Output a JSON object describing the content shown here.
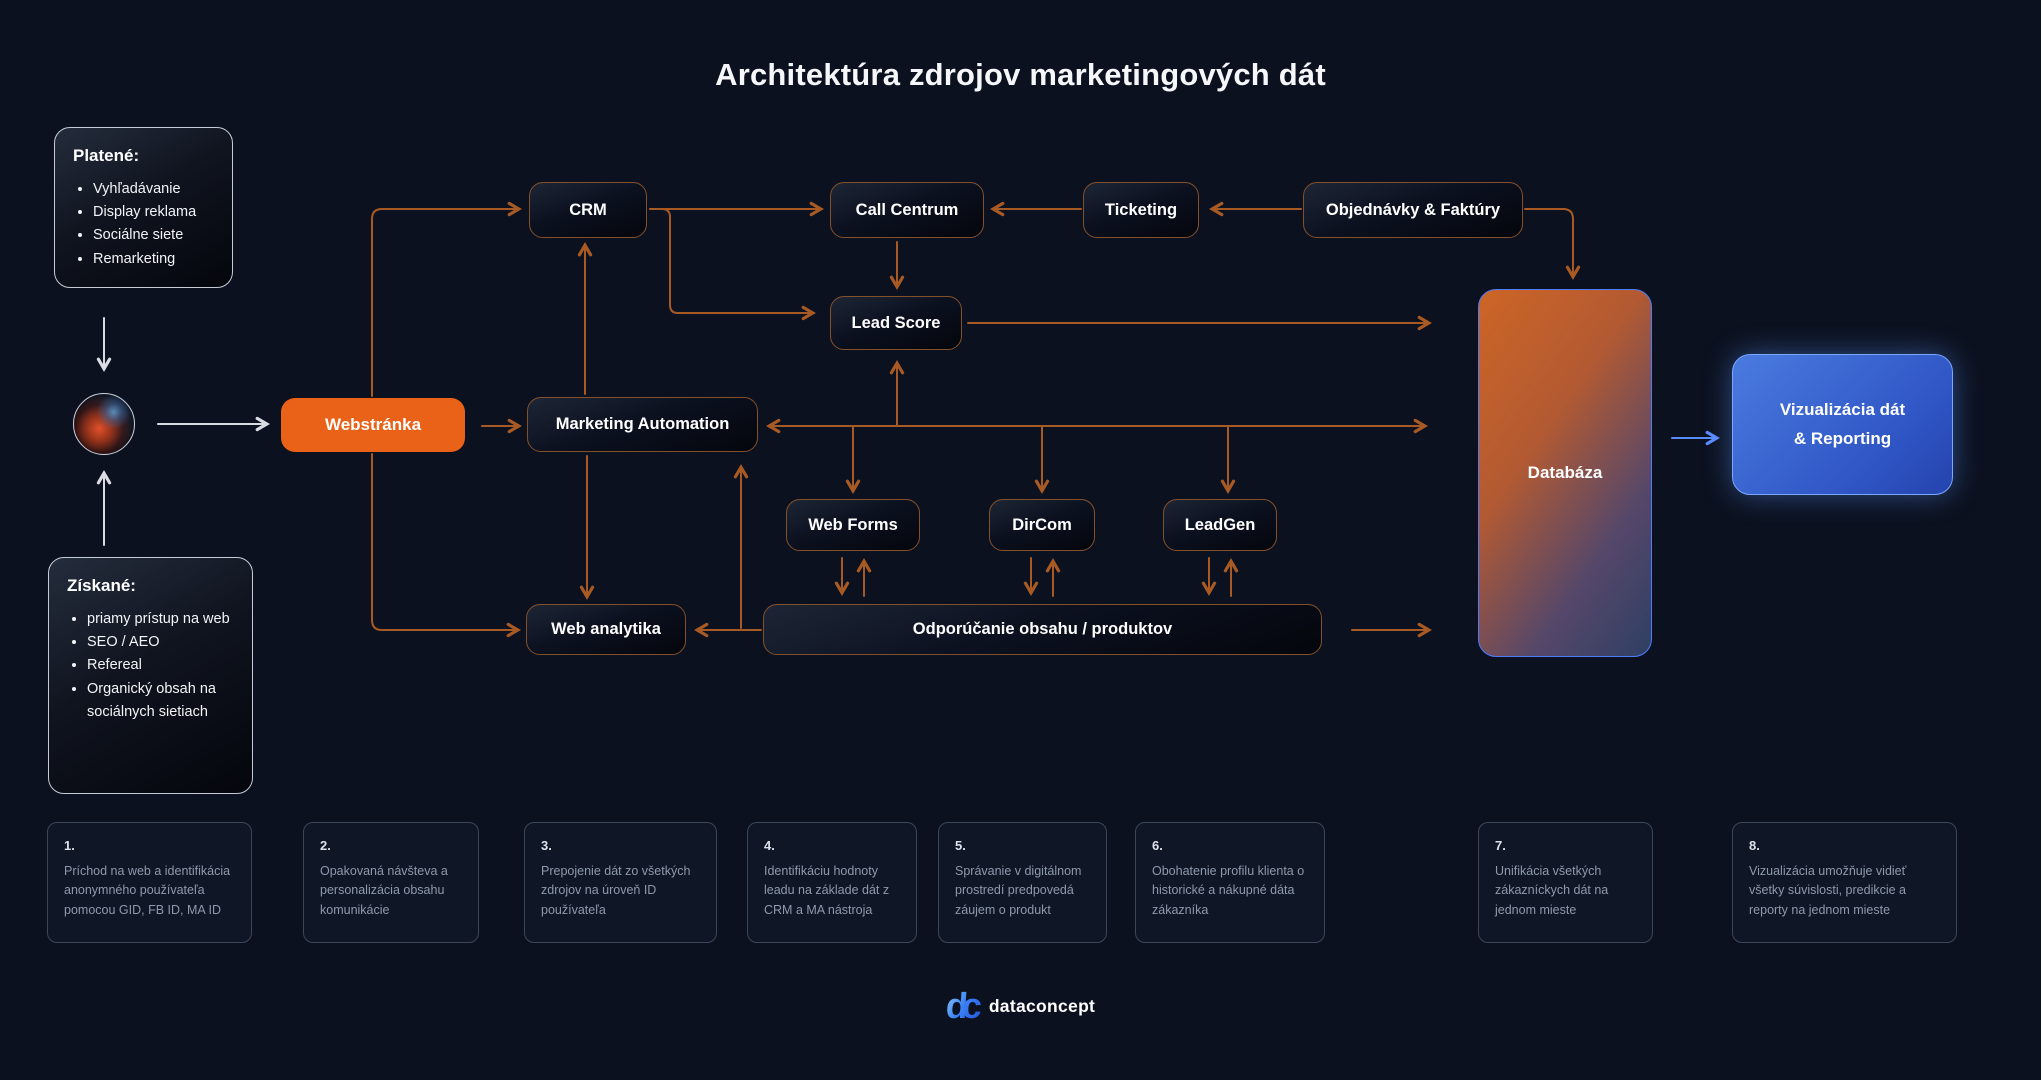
{
  "title": "Architektúra zdrojov marketingových dát",
  "panels": {
    "platene": {
      "title": "Platené:",
      "items": [
        "Vyhľadávanie",
        "Display reklama",
        "Sociálne siete",
        "Remarketing"
      ]
    },
    "ziskane": {
      "title": "Získané:",
      "items": [
        "priamy prístup na web",
        "SEO / AEO",
        "Refereal",
        "Organický obsah na sociálnych sietiach"
      ]
    }
  },
  "nodes": {
    "webstranka": "Webstránka",
    "crm": "CRM",
    "call_centrum": "Call Centrum",
    "ticketing": "Ticketing",
    "objednavky": "Objednávky & Faktúry",
    "lead_score": "Lead Score",
    "marketing_automation": "Marketing Automation",
    "web_forms": "Web Forms",
    "dircom": "DirCom",
    "leadgen": "LeadGen",
    "web_analytika": "Web analytika",
    "odporucanie": "Odporúčanie obsahu / produktov",
    "databaza": "Databáza",
    "vizualizacia_line1": "Vizualizácia dát",
    "vizualizacia_line2": "& Reporting"
  },
  "steps": [
    {
      "num": "1.",
      "text": "Príchod na web a identifikácia anonymného používateľa pomocou GID, FB ID, MA ID"
    },
    {
      "num": "2.",
      "text": "Opakovaná návšteva a personalizácia obsahu komunikácie"
    },
    {
      "num": "3.",
      "text": "Prepojenie dát zo všetkých zdrojov na úroveň ID používateľa"
    },
    {
      "num": "4.",
      "text": "Identifikáciu hodnoty leadu na základe dát z CRM a MA nástroja"
    },
    {
      "num": "5.",
      "text": "Správanie v digitálnom prostredí predpovedá záujem o produkt"
    },
    {
      "num": "6.",
      "text": "Obohatenie profilu klienta o historické a nákupné dáta zákazníka"
    },
    {
      "num": "7.",
      "text": "Unifikácia všetkých zákazníckych dát na jednom mieste"
    },
    {
      "num": "8.",
      "text": "Vizualizácia umožňuje vidieť všetky súvislosti, predikcie a reporty na jednom mieste"
    }
  ],
  "footer": {
    "logo_mark": "dc",
    "logo_text": "dataconcept"
  },
  "colors": {
    "background": "#0b111f",
    "accent_orange": "#ea6217",
    "arrow_orange": "#a85a24",
    "arrow_white": "#d9dde3",
    "arrow_blue": "#5b8cff",
    "databaza_border": "#4d7dff",
    "vizualizacia_border": "#7aa7ff",
    "card_border": "#3c4658"
  },
  "icons": {
    "avatar": "user-avatar"
  }
}
